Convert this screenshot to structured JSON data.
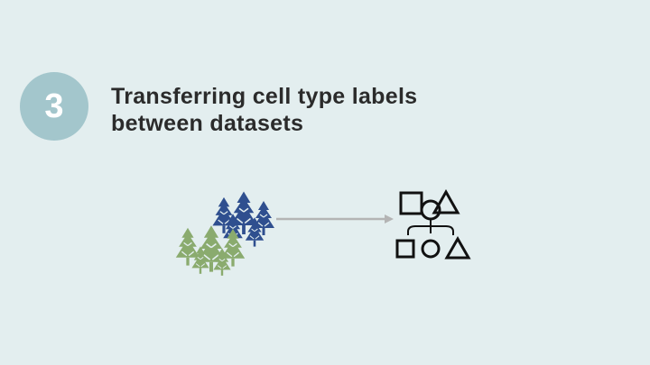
{
  "slide": {
    "step_number": "3",
    "title_line1": "Transferring cell type labels",
    "title_line2": "between datasets"
  },
  "illustration": {
    "source_icon": "forest-trees-icon",
    "arrow_icon": "arrow-right-icon",
    "target_icon": "cell-type-hierarchy-icon"
  },
  "colors": {
    "background": "#e3eeef",
    "badge": "#a3c6cc",
    "title_text": "#2b2b2b",
    "tree_dark": "#2f4f8f",
    "tree_light": "#8aab6e",
    "arrow": "#b4b4b4",
    "shapes": "#111111"
  }
}
